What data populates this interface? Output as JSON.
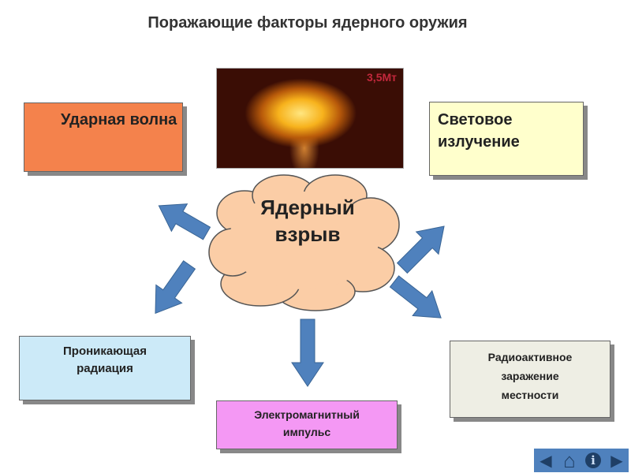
{
  "title": "Поражающие факторы ядерного оружия",
  "photo_label": "3,5Мт",
  "center": "Ядерный взрыв",
  "boxes": {
    "shock": "Ударная волна",
    "light": "Световое излучение",
    "radiation": "Проникающая радиация",
    "emp": "Электромагнитный импульс",
    "contamination": "Радиоактивное заражение местности"
  },
  "colors": {
    "shock": "#f4824c",
    "light": "#ffffcc",
    "radiation": "#cceaf8",
    "emp": "#f498f4",
    "contamination": "#eeeee4",
    "arrow": "#4f81bd",
    "cloud": "#fbcda6"
  },
  "nav": {
    "prev": "◀",
    "home": "⌂",
    "info": "i",
    "next": "▶"
  }
}
